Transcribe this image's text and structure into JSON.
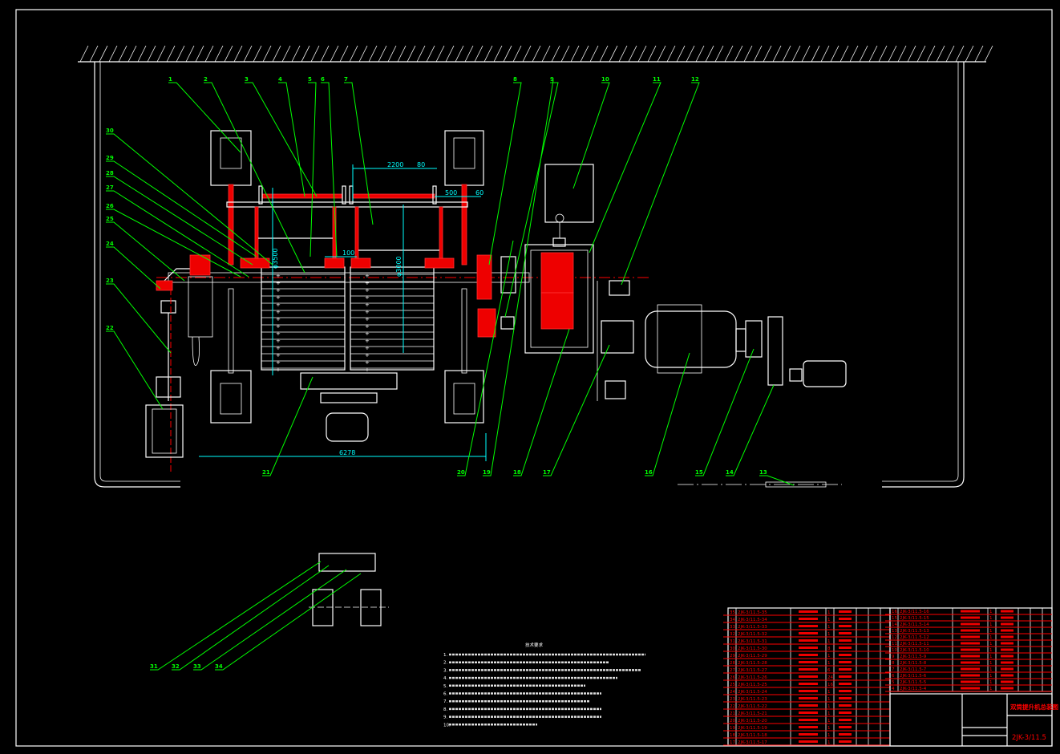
{
  "drawing": {
    "title": "双筒提升机总装图",
    "code": "2JK-3/11.5",
    "notes_heading": "技术要求",
    "notes_count": 10
  },
  "part_labels_top": [
    "1",
    "2",
    "3",
    "4",
    "5",
    "6",
    "7",
    "8",
    "9",
    "10",
    "11",
    "12"
  ],
  "part_labels_left": [
    "30",
    "29",
    "28",
    "27",
    "26",
    "25",
    "24",
    "23",
    "22"
  ],
  "part_labels_bottom": [
    "21",
    "20",
    "19",
    "18",
    "17",
    "16",
    "15",
    "14",
    "13"
  ],
  "part_labels_bottom_left": [
    "31",
    "32",
    "33",
    "34"
  ],
  "dimensions": {
    "top_span": "2200",
    "top_gap": "80",
    "right_offset": "500",
    "right_small": "60",
    "hub_gap": "100",
    "drum_diameter_large": "φ3500",
    "drum_diameter_small": "φ3000",
    "overall_length": "6278"
  },
  "bom_left": [
    [
      "35",
      "2JK-3/11.5-35",
      "1"
    ],
    [
      "34",
      "2JK-3/11.5-34",
      "1"
    ],
    [
      "33",
      "2JK-3/11.5-33",
      "1"
    ],
    [
      "32",
      "2JK-3/11.5-32",
      "1"
    ],
    [
      "31",
      "2JK-3/11.5-31",
      "1"
    ],
    [
      "30",
      "2JK-3/11.5-30",
      "8"
    ],
    [
      "29",
      "2JK-3/11.5-29",
      "1"
    ],
    [
      "28",
      "2JK-3/11.5-28",
      "1"
    ],
    [
      "27",
      "2JK-3/11.5-27",
      "6"
    ],
    [
      "26",
      "2JK-3/11.5-26",
      "24"
    ],
    [
      "25",
      "2JK-3/11.5-25",
      "16"
    ],
    [
      "24",
      "2JK-3/11.5-24",
      "1"
    ],
    [
      "23",
      "2JK-3/11.5-23",
      "1"
    ],
    [
      "22",
      "2JK-3/11.5-22",
      "1"
    ],
    [
      "21",
      "2JK-3/11.5-21",
      "1"
    ],
    [
      "20",
      "2JK-3/11.5-20",
      "1"
    ],
    [
      "19",
      "2JK-3/11.5-19",
      "1"
    ],
    [
      "18",
      "2JK-3/11.5-18",
      "1"
    ],
    [
      "17",
      "2JK-3/11.5-17",
      "1"
    ]
  ],
  "bom_right": [
    [
      "16",
      "2JK-3/11.5-16",
      "1"
    ],
    [
      "15",
      "2JK-3/11.5-15",
      "1"
    ],
    [
      "14",
      "2JK-3/11.5-14",
      "1"
    ],
    [
      "13",
      "2JK-3/11.5-13",
      "1"
    ],
    [
      "12",
      "2JK-3/11.5-12",
      "1"
    ],
    [
      "11",
      "2JK-3/11.5-11",
      "1"
    ],
    [
      "10",
      "2JK-3/11.5-10",
      "1"
    ],
    [
      "9",
      "2JK-3/11.5-9",
      "1"
    ],
    [
      "8",
      "2JK-3/11.5-8",
      "1"
    ],
    [
      "7",
      "2JK-3/11.5-7",
      "1"
    ],
    [
      "6",
      "2JK-3/11.5-6",
      "1"
    ],
    [
      "5",
      "2JK-3/11.5-5",
      "1"
    ],
    [
      "4",
      "2JK-3/11.5-4",
      "1"
    ]
  ],
  "colors": {
    "background": "#000000",
    "outline": "#ffffff",
    "leader": "#00ff00",
    "dimension": "#00ffff",
    "section": "#ff0000"
  }
}
